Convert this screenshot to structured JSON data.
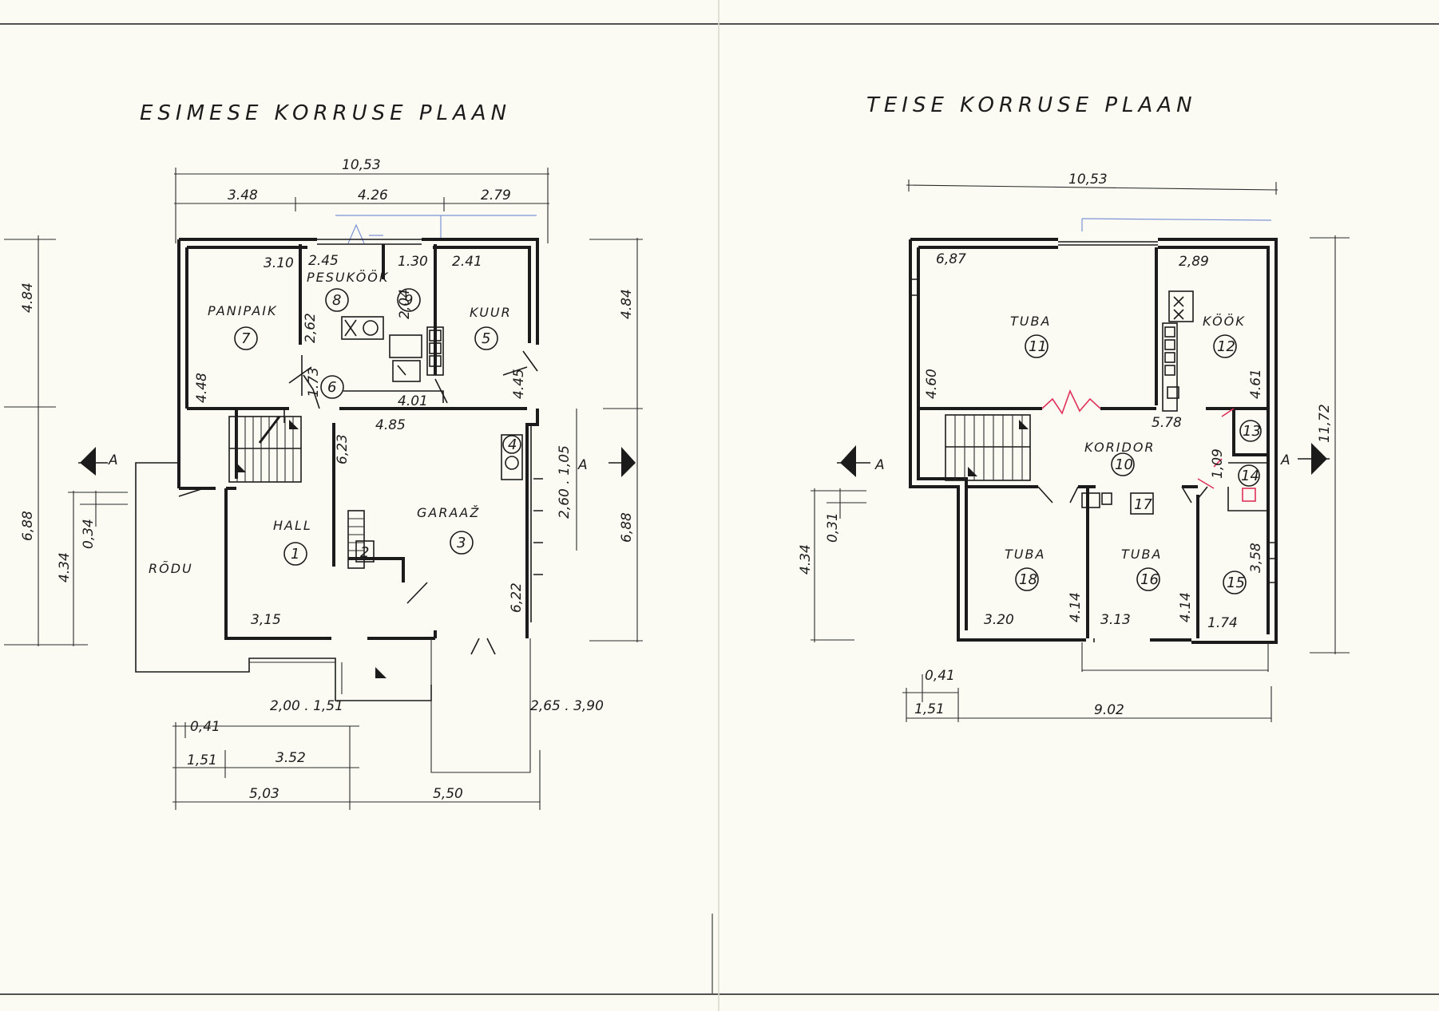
{
  "plan1": {
    "title": "ESIMESE KORRUSE PLAAN",
    "dims": {
      "total_width": "10,53",
      "seg_a": "3.48",
      "seg_b": "4.26",
      "seg_c": "2.79",
      "d_310": "3.10",
      "d_245": "2.45",
      "d_130": "1.30",
      "d_241": "2.41",
      "d_262": "2,62",
      "d_204": "2,04",
      "d_448": "4.48",
      "d_173": "1.73",
      "d_445": "4.45",
      "d_401": "4.01",
      "d_485": "4.85",
      "d_623": "6,23",
      "d_260_105": "2,60 . 1,05",
      "d_622": "6,22",
      "d_315": "3,15",
      "d_200_151": "2,00 . 1,51",
      "d_265_390": "2,65 . 3,90",
      "d_041": "0,41",
      "d_151": "1,51",
      "d_352": "3.52",
      "d_503": "5,03",
      "d_550": "5,50",
      "left_484": "4.84",
      "left_688": "6,88",
      "left_434": "4.34",
      "left_034": "0,34",
      "right_484": "4.84",
      "right_688": "6,88",
      "section": "A"
    },
    "rooms": {
      "r7_label": "PANIPAIK",
      "r7_num": "7",
      "r8_label": "PESUKÖÖK",
      "r8_num": "8",
      "r9_num": "9",
      "r5_label": "KUUR",
      "r5_num": "5",
      "r6_num": "6",
      "r4_num": "4",
      "r1_label": "HALL",
      "r1_num": "1",
      "r2_num": "2",
      "r3_label": "GARAAŽ",
      "r3_num": "3",
      "rodu": "RÕDU"
    }
  },
  "plan2": {
    "title": "TEISE KORRUSE PLAAN",
    "dims": {
      "total_width": "10,53",
      "d_687": "6,87",
      "d_289": "2,89",
      "d_460": "4.60",
      "d_461": "4.61",
      "d_578": "5.78",
      "d_109": "1,09",
      "d_1172": "11,72",
      "d_434": "4.34",
      "d_031": "0,31",
      "d_320": "3.20",
      "d_414a": "4.14",
      "d_313": "3.13",
      "d_414b": "4.14",
      "d_174": "1.74",
      "d_358": "3,58",
      "d_041": "0,41",
      "d_151": "1,51",
      "d_902": "9.02",
      "section": "A"
    },
    "rooms": {
      "r11_label": "TUBA",
      "r11_num": "11",
      "r12_label": "KÖÖK",
      "r12_num": "12",
      "r13_num": "13",
      "r10_label": "KORIDOR",
      "r10_num": "10",
      "r14_num": "14",
      "r17_num": "17",
      "r18_label": "TUBA",
      "r18_num": "18",
      "r16_label": "TUBA",
      "r16_num": "16",
      "r15_num": "15"
    }
  }
}
